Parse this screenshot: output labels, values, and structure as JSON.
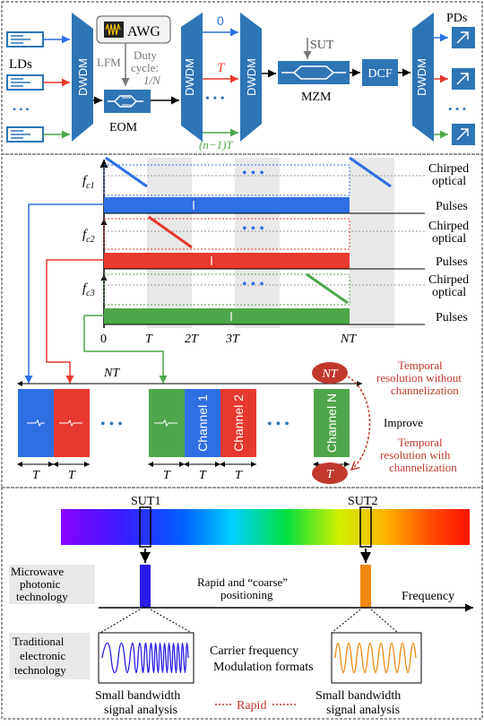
{
  "panel_a": {
    "lds_label": "LDs",
    "dwdm_label": "DWDM",
    "awg_label": "AWG",
    "lfm_label": "LFM",
    "duty_line1": "Duty",
    "duty_line2": "cycle:",
    "duty_line3": "1/N",
    "eom_label": "EOM",
    "delay_0": "0",
    "delay_T": "T",
    "delay_nT": "(n−1)T",
    "sut_label": "SUT",
    "mzm_label": "MZM",
    "dcf_label": "DCF",
    "pds_label": "PDs",
    "dots": "• • •"
  },
  "panel_b": {
    "fc1": "f",
    "fc1_sub": "c1",
    "fc2": "f",
    "fc2_sub": "c2",
    "fc3": "f",
    "fc3_sub": "c3",
    "chirped": "Chirped",
    "optical": "optical",
    "pulses": "Pulses",
    "tick_0": "0",
    "tick_T": "T",
    "tick_2T": "2T",
    "tick_3T": "3T",
    "tick_NT": "NT",
    "nt_span": "NT",
    "dots": "• • •",
    "channel_1": "Channel 1",
    "channel_2": "Channel 2",
    "channel_N": "Channel N",
    "t_label": "T",
    "oval_nt": "NT",
    "oval_t": "T",
    "temporal_without_1": "Temporal",
    "temporal_without_2": "resolution without",
    "temporal_without_3": "channelization",
    "improve": "Improve",
    "temporal_with_1": "Temporal",
    "temporal_with_2": "resolution with",
    "temporal_with_3": "channelization"
  },
  "panel_c": {
    "sut1": "SUT1",
    "sut2": "SUT2",
    "microwave_1": "Microwave",
    "microwave_2": "photonic",
    "microwave_3": "technology",
    "rapid_1": "Rapid and “coarse”",
    "rapid_2": "positioning",
    "frequency": "Frequency",
    "traditional_1": "Traditional",
    "traditional_2": "electronic",
    "traditional_3": "technology",
    "carrier": "Carrier frequency",
    "modulation": "Modulation formats",
    "small_left_1": "Small bandwidth",
    "small_left_2": "signal analysis",
    "rapid": "Rapid",
    "small_right_1": "Small bandwidth",
    "small_right_2": "signal analysis"
  },
  "colors": {
    "dwdm": "#2e75b6",
    "blue": "#2f6fe4",
    "red": "#e8392f",
    "green": "#4ea64a",
    "annot_red": "#c0392b",
    "sut1_bar": "#2a1ce6",
    "sut2_bar": "#f08a12"
  }
}
